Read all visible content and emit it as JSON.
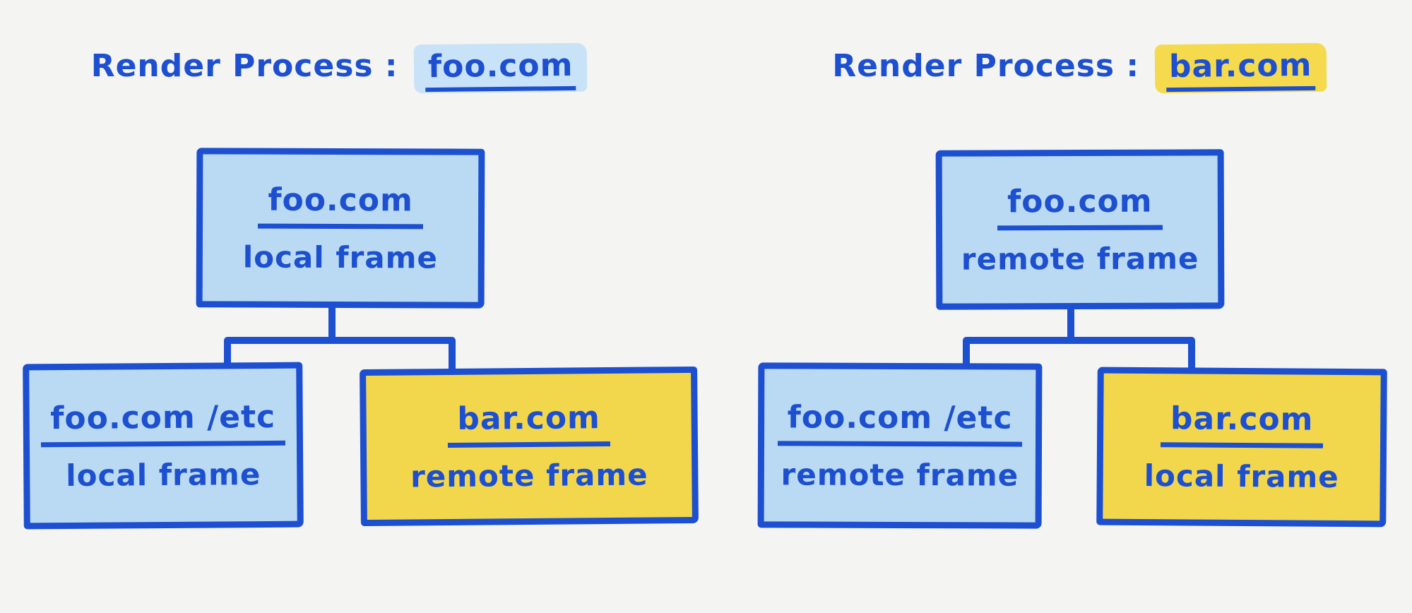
{
  "background": "#f4f4f2",
  "ink_color": "#1d4fd1",
  "colors": {
    "light_blue_fill": "#b9daf2",
    "yellow_fill": "#f2d74d",
    "blue_highlight": "#c8e2f8",
    "yellow_highlight": "#f5da4e"
  },
  "processes": [
    {
      "title_prefix": "Render Process :",
      "title_domain": "foo.com",
      "title_highlight": "blue",
      "root": {
        "domain": "foo.com",
        "frame_type": "local frame",
        "fill": "light_blue"
      },
      "children": [
        {
          "domain": "foo.com /etc",
          "frame_type": "local frame",
          "fill": "light_blue"
        },
        {
          "domain": "bar.com",
          "frame_type": "remote frame",
          "fill": "yellow"
        }
      ]
    },
    {
      "title_prefix": "Render Process :",
      "title_domain": "bar.com",
      "title_highlight": "yellow",
      "root": {
        "domain": "foo.com",
        "frame_type": "remote frame",
        "fill": "light_blue"
      },
      "children": [
        {
          "domain": "foo.com /etc",
          "frame_type": "remote frame",
          "fill": "light_blue"
        },
        {
          "domain": "bar.com",
          "frame_type": "local frame",
          "fill": "yellow"
        }
      ]
    }
  ]
}
